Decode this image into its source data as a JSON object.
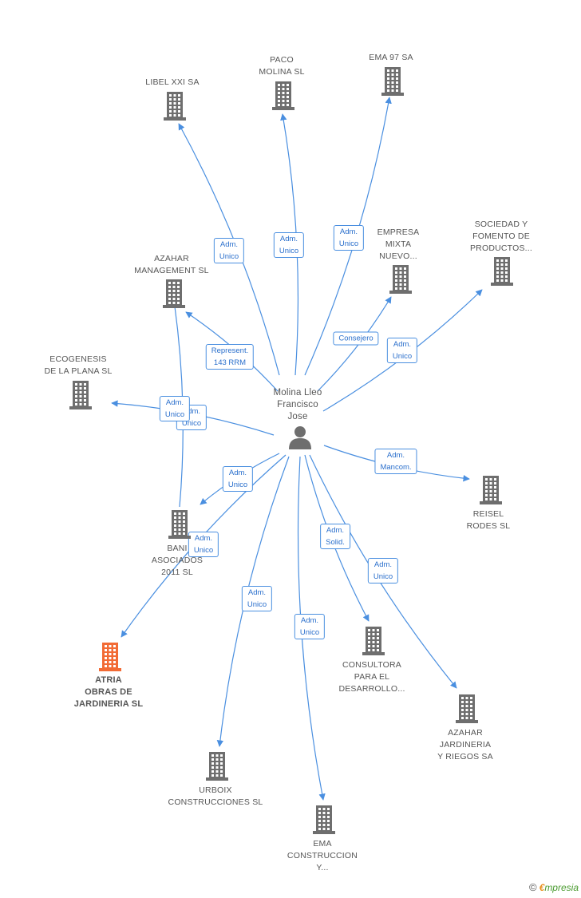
{
  "colors": {
    "edge": "#4a8fe0",
    "building": "#6e6e6e",
    "focus_building": "#f26b35",
    "label": "#555555",
    "edge_label_text": "#2a6fcc"
  },
  "center": {
    "id": "person",
    "label": "Molina Lleo\nFrancisco\nJose",
    "icon": "person-icon"
  },
  "nodes": [
    {
      "id": "libel",
      "label": "LIBEL XXI SA",
      "icon": "building-icon"
    },
    {
      "id": "paco",
      "label": "PACO\nMOLINA SL",
      "icon": "building-icon"
    },
    {
      "id": "ema97",
      "label": "EMA 97 SA",
      "icon": "building-icon"
    },
    {
      "id": "empresa",
      "label": "EMPRESA\nMIXTA\nNUEVO...",
      "icon": "building-icon"
    },
    {
      "id": "sociedad",
      "label": "SOCIEDAD Y\nFOMENTO DE\nPRODUCTOS...",
      "icon": "building-icon"
    },
    {
      "id": "azaharmgmt",
      "label": "AZAHAR\nMANAGEMENT SL",
      "icon": "building-icon"
    },
    {
      "id": "ecogenesis",
      "label": "ECOGENESIS\nDE LA PLANA SL",
      "icon": "building-icon"
    },
    {
      "id": "reisel",
      "label": "REISEL\nRODES SL",
      "icon": "building-icon"
    },
    {
      "id": "bani",
      "label": "BANI\nASOCIADOS\n2011 SL",
      "icon": "building-icon"
    },
    {
      "id": "atria",
      "label": "ATRIA\nOBRAS DE\nJARDINERIA SL",
      "icon": "building-icon",
      "focus": true
    },
    {
      "id": "consultora",
      "label": "CONSULTORA\nPARA EL\nDESARROLLO...",
      "icon": "building-icon"
    },
    {
      "id": "azaharjard",
      "label": "AZAHAR\nJARDINERIA\nY RIEGOS SA",
      "icon": "building-icon"
    },
    {
      "id": "urboix",
      "label": "URBOIX\nCONSTRUCCIONES SL",
      "icon": "building-icon"
    },
    {
      "id": "emaconst",
      "label": "EMA\nCONSTRUCCION\nY...",
      "icon": "building-icon"
    }
  ],
  "edges": [
    {
      "from": "person",
      "to": "libel",
      "label": "Adm.\nUnico"
    },
    {
      "from": "person",
      "to": "paco",
      "label": "Adm.\nUnico"
    },
    {
      "from": "person",
      "to": "ema97",
      "label": "Adm.\nUnico"
    },
    {
      "from": "person",
      "to": "empresa",
      "label": "Consejero"
    },
    {
      "from": "person",
      "to": "sociedad",
      "label": "Adm.\nUnico"
    },
    {
      "from": "person",
      "to": "azaharmgmt",
      "label": "Represent.\n143 RRM"
    },
    {
      "from": "person",
      "to": "ecogenesis",
      "label": "Adm.\nUnico"
    },
    {
      "from": "person",
      "to": "reisel",
      "label": "Adm.\nMancom."
    },
    {
      "from": "person",
      "to": "bani",
      "label": "Adm.\nUnico"
    },
    {
      "from": "person",
      "to": "atria",
      "label": "Adm.\nUnico"
    },
    {
      "from": "person",
      "to": "consultora",
      "label": "Adm.\nSolid."
    },
    {
      "from": "person",
      "to": "azaharjard",
      "label": "Adm.\nUnico"
    },
    {
      "from": "person",
      "to": "urboix",
      "label": "Adm.\nUnico"
    },
    {
      "from": "person",
      "to": "emaconst",
      "label": "Adm.\nUnico"
    },
    {
      "from": "bani",
      "to": "azaharmgmt",
      "label": "Adm.\nUnico"
    }
  ],
  "watermark": {
    "symbol": "©",
    "brand_initial": "€",
    "brand_rest": "mpresia"
  }
}
